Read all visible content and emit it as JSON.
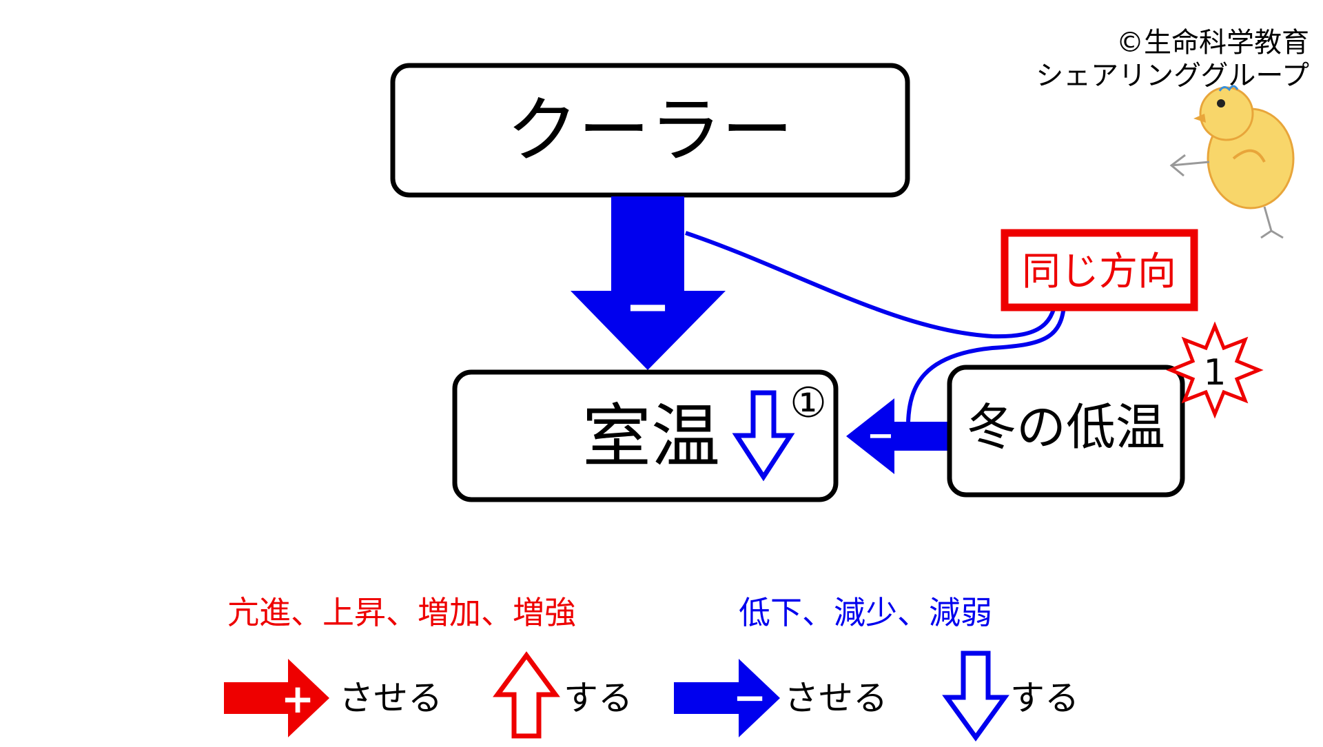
{
  "copyright": {
    "line1": "©生命科学教育",
    "line2": "シェアリンググループ"
  },
  "mascot": {
    "icon": "chick-icon"
  },
  "nodes": {
    "cooler": {
      "label": "クーラー"
    },
    "room_temp": {
      "label": "室温",
      "marker": "①",
      "trend": "down"
    },
    "winter_low_temp": {
      "label": "冬の低温",
      "badge": "1"
    }
  },
  "edges": {
    "cooler_to_room": {
      "sign": "minus",
      "sign_label": "−"
    },
    "winter_to_room": {
      "sign": "minus",
      "sign_label": "−"
    }
  },
  "callout": {
    "label": "同じ方向"
  },
  "legend": {
    "increase_words": "亢進、上昇、増加、増強",
    "decrease_words": "低下、減少、減弱",
    "items": [
      {
        "sign_label": "+",
        "text": "させる"
      },
      {
        "text": "する"
      },
      {
        "sign_label": "−",
        "text": "させる"
      },
      {
        "text": "する"
      }
    ]
  },
  "colors": {
    "red": "#ee0000",
    "blue": "#0000ee",
    "black": "#000000",
    "chick": "#f5c242"
  }
}
